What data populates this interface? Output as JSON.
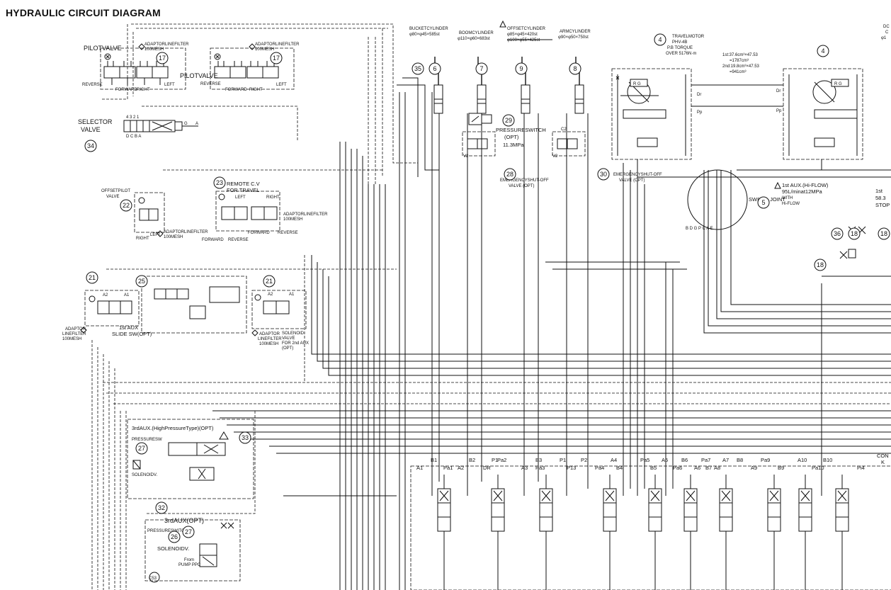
{
  "title": "HYDRAULIC CIRCUIT DIAGRAM",
  "callouts": [
    "35",
    "6",
    "7",
    "9",
    "8",
    "4",
    "4",
    "17",
    "17",
    "34",
    "29",
    "28",
    "30",
    "5",
    "36",
    "18",
    "18",
    "18",
    "23",
    "22",
    "25",
    "21",
    "21",
    "27",
    "33",
    "32",
    "26",
    "27"
  ],
  "labels": {
    "pilot_valve_1": "PILOTVALVE",
    "pilot_valve_2": "PILOTVALVE",
    "adaptor_filter_1": "ADAPTORLINEFILTER",
    "adaptor_filter_1b": "100MESH",
    "adaptor_filter_2": "ADAPTORLINEFILTER",
    "adaptor_filter_2b": "100MESH",
    "reverse_1": "REVERSE",
    "forward_1": "FORWARD",
    "right_1": "RIGHT",
    "left_1": "LEFT",
    "reverse_2": "REVERSE",
    "forward_2": "FORWARD",
    "right_2": "RIGHT",
    "left_2": "LEFT",
    "selector_valve_1": "SELECTOR",
    "selector_valve_2": "VALVE",
    "sel_ports_top": "4 3 2 1",
    "sel_ports_bottom": "D C B A",
    "bucket_cyl": "BUCKETCYLINDER",
    "bucket_cyl_dim": "φ80×φ45×585st",
    "boom_cyl": "BOOMCYLINDER",
    "boom_cyl_dim": "φ110×φ60×683st",
    "offset_cyl": "OFFSETCYLINDER",
    "offset_cyl_dim": "φ85×φ45×420st",
    "offset_cyl_dim2": "φ100×φ55×425st",
    "arm_cyl": "ARMCYLINDER",
    "arm_cyl_dim": "φ90×φ50×750st",
    "travel_motor": "TRAVELMOTOR",
    "travel_motor_model": "PHV-4B",
    "travel_motor_torque": "P.B TORQUE",
    "travel_motor_torque2": "OVER 5176N·m",
    "travel_1st": "1st:37.6cm³×47.53",
    "travel_1st_b": "=1787cm³",
    "travel_2nd": "2nd:19.8cm³×47.53",
    "travel_2nd_b": "=941cm³",
    "pressure_switch": "PRESSURESWITCH",
    "pressure_switch_opt": "(OPT)",
    "pressure_switch_val": "11.3MPa",
    "esv_1": "EMERGENCYSHUT-OFF",
    "esv_1b": "VALVE (OPT)",
    "esv_2": "EMERGENCYSHUT-OFF",
    "esv_2b": "VALVE (OPT)",
    "swivel": "SWIVEL JOINT",
    "aux_hi_flow": "1st AUX.(Hi-FLOW)",
    "aux_hi_flow_val": "95L/minat12MPa",
    "aux_with": "WITH",
    "aux_hi": "Hi-FLOW",
    "aux_right_1": "1st",
    "aux_right_2": "58.3",
    "aux_right_3": "STOP",
    "offset_pilot_1": "OFFSETPILOT",
    "offset_pilot_2": "VALVE",
    "remote_cv_1": "REMOTE C.V",
    "remote_cv_2": "FOR TRAVEL",
    "adaptor_filter_3": "ADAPTORLINEFILTER",
    "adaptor_filter_3b": "100MESH",
    "adaptor_filter_4": "ADAPTORLINEFILTER",
    "adaptor_filter_4b": "100MESH",
    "right_3": "RIGHT",
    "left_3": "LEFT",
    "forward_3": "FORWARD",
    "reverse_3": "REVERSE",
    "forward_4": "FORWARD",
    "reverse_4": "REVERSE",
    "aux_slide_1": "1st AUX",
    "aux_slide_2": "SLIDE SW(OPT)",
    "adaptor_left_1": "ADAPTOR",
    "adaptor_left_2": "LINEFILTER",
    "adaptor_left_3": "100MESH",
    "adaptor_r_1": "ADAPTOR",
    "adaptor_r_2": "LINEFILTER",
    "adaptor_r_3": "100MESH",
    "solenoid_2nd_1": "SOLENOID",
    "solenoid_2nd_2": "VALVE",
    "solenoid_2nd_3": "FOR 2nd AUX",
    "solenoid_2nd_4": "(OPT)",
    "aux3_hp": "3rdAUX.(HighPressureType)(OPT)",
    "pressure_sw_1": "PRESSURESW",
    "solenoid_v_1": "SOLENOIDV.",
    "aux3": "3rdAUX(OPT)",
    "pressure_sw_2": "PRESSURESWITCH",
    "solenoid_v_2": "SOLENOIDV.",
    "from_pump": "From",
    "from_pump2": "PUMP PPC",
    "tank_ref": "C53",
    "con_1": "CON",
    "con_2": "K",
    "right_top_1": "DC",
    "right_top_2": "C",
    "right_top_3": "φ1",
    "swivel_ports": "B D G P C A E",
    "dr": "Dr",
    "pp": "Pp",
    "dr2": "Dr",
    "pp2": "Pp",
    "c2_a": "C2",
    "c2_b": "C2",
    "v2_a": "V2",
    "v2_b": "V2",
    "rg_1": "R G",
    "rg_2": "R G"
  },
  "ports": [
    "A1",
    "B1",
    "A2",
    "B2",
    "DR",
    "P1",
    "Pa1",
    "Pa2",
    "A3",
    "B3",
    "Pa3",
    "P1",
    "P13",
    "P2",
    "Pa4",
    "A4",
    "B4",
    "Pa5",
    "B5",
    "A5",
    "Pa6",
    "B6",
    "A6",
    "Pa7",
    "B7",
    "A7",
    "A8",
    "B8",
    "A9",
    "Pa9",
    "B9",
    "A10",
    "Pa10",
    "B10",
    "Pi4"
  ]
}
